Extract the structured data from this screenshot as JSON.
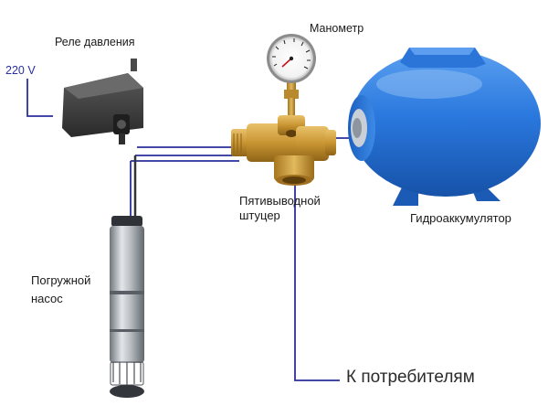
{
  "labels": {
    "pressure_relay": "Реле давления",
    "voltage": "220 V",
    "manometer": "Манометр",
    "fitting_line1": "Пятивыводной",
    "fitting_line2": "штуцер",
    "accumulator": "Гидроаккумулятор",
    "pump_line1": "Погружной",
    "pump_line2": "насос",
    "consumers": "К потребителям"
  },
  "colors": {
    "line": "#2a2f9c",
    "tank": "#1f6fd6",
    "brass": "#c9962f",
    "relay": "#3a3a3a",
    "pump": "#9aa0a6"
  }
}
